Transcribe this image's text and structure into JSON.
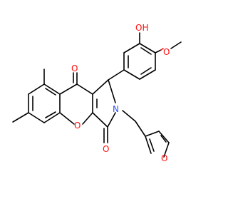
{
  "atoms": {
    "oh": "OH",
    "methoxy_o": "O",
    "ketone_top_o": "O",
    "ketone_right_o": "O",
    "ring_o": "O",
    "furan_o": "O",
    "n": "N"
  },
  "colors": {
    "bond": "#000000",
    "oxygen": "#ff0d0d",
    "nitrogen": "#3050f8",
    "background": "#ffffff"
  }
}
